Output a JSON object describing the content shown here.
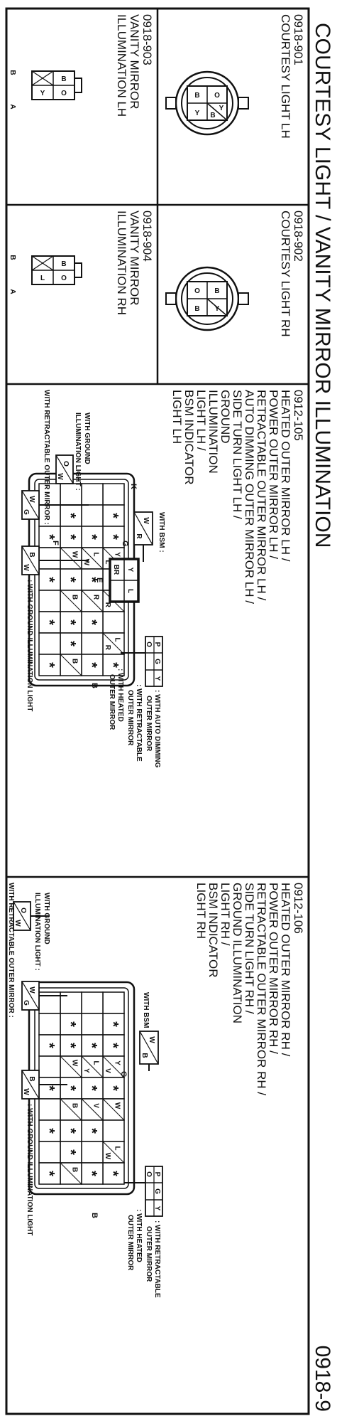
{
  "header": {
    "title": "COURTESY LIGHT / VANITY MIRROR ILLUMINATION",
    "page_no": "0918-9"
  },
  "cells": {
    "c901": {
      "code": "0918-901",
      "line1": "COURTESY LIGHT LH"
    },
    "c903": {
      "code": "0918-903",
      "line1": "VANITY MIRROR",
      "line2": "ILLUMINATION LH"
    },
    "c902": {
      "code": "0918-902",
      "line1": "COURTESY LIGHT RH"
    },
    "c904": {
      "code": "0918-904",
      "line1": "VANITY MIRROR",
      "line2": "ILLUMINATION RH"
    }
  },
  "round_pins": {
    "b": "B",
    "y": "Y",
    "o": "O"
  },
  "vanity_pins": {
    "b": "B",
    "o": "O",
    "y": "Y",
    "l": "L",
    "rowB": "B",
    "rowA": "A"
  },
  "c105": {
    "code": "0912-105",
    "lines": [
      "HEATED OUTER MIRROR LH /",
      "POWER OUTER MIRROR LH /",
      "RETRACTABLE OUTER MIRROR LH /",
      "AUTO DIMMING OUTER MIRROR LH /",
      "SIDE TURN LIGHT LH /",
      "GROUND",
      "ILLUMINATION",
      "LIGHT LH /",
      "BSM INDICATOR",
      "LIGHT LH"
    ],
    "bsm_label": "WITH BSM :",
    "ground_label_1": "WITH GROUND",
    "ground_label_2": "ILLUMINATION LIGHT :",
    "retract_label": "WITH RETRACTABLE OUTER MIRROR :",
    "ground_right": ": WITH GROUND ILLUMINATION LIGHT",
    "autodim_1": ": WITH AUTO DIMMING",
    "autodim_2": "OUTER MIRROR",
    "retract_1": ": WITH RETRACTABLE",
    "retract_2": "OUTER MIRROR",
    "heated_1": ": WITH HEATED",
    "heated_2": "OUTER MIRROR",
    "letters": {
      "k": "K",
      "g": "G",
      "f": "F",
      "e": "E",
      "b": "B"
    },
    "wires": {
      "y": "Y",
      "l": "L",
      "w": "W",
      "r": "R",
      "br": "BR",
      "b": "B",
      "g": "G",
      "o": "O",
      "p": "P"
    }
  },
  "c106": {
    "code": "0912-106",
    "lines": [
      "HEATED OUTER MIRROR RH /",
      "POWER OUTER MIRROR RH /",
      "RETRACTABLE OUTER MIRROR RH /",
      "SIDE TURN LIGHT RH /",
      "GROUND ILLUMINATION",
      "LIGHT RH /",
      "BSM INDICATOR",
      "LIGHT RH"
    ],
    "bsm_label": "WITH BSM :",
    "ground_label_1": "WITH GROUND",
    "ground_label_2": "ILLUMINATION LIGHT :",
    "retract_label": "WITH RETRACTABLE OUTER MIRROR :",
    "ground_right": ": WITH GROUND ILLUMINATION LIGHT",
    "retract_1": ": WITH RETRACTABLE",
    "retract_2": "OUTER MIRROR",
    "heated_1": ": WITH HEATED",
    "heated_2": "OUTER MIRROR",
    "letters": {
      "g": "G",
      "b": "B"
    },
    "wires": {
      "y": "Y",
      "v": "V",
      "w": "W",
      "l": "L",
      "b": "B",
      "g": "G",
      "o": "O",
      "p": "P"
    }
  },
  "star": "*"
}
